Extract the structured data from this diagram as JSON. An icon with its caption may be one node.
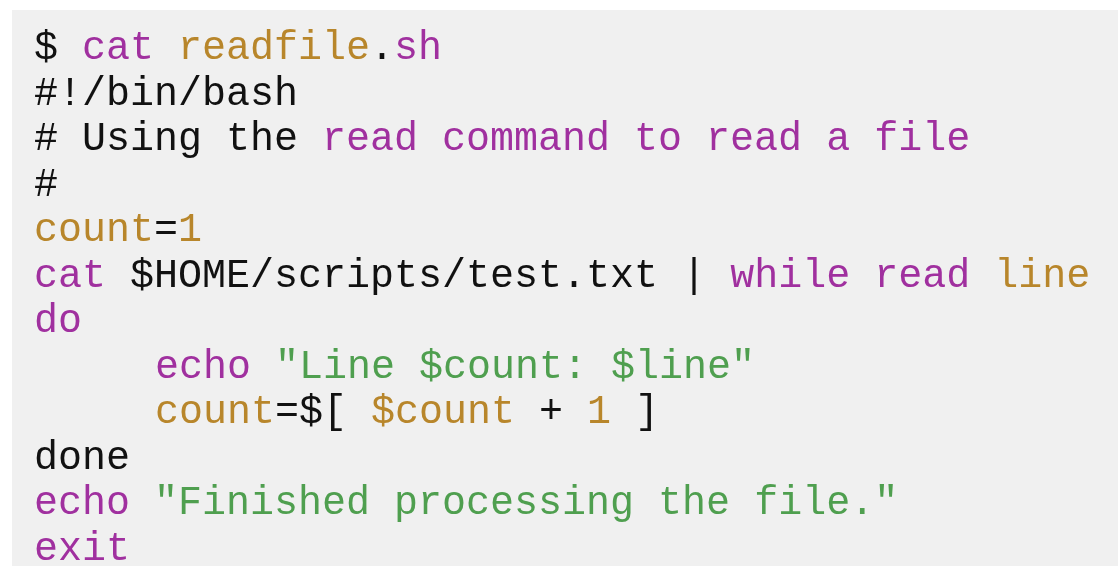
{
  "diagram": {
    "labels": [
      "$ cat readfile.sh",
      "#!/bin/bash",
      "# Using the read command to read a file",
      "#",
      "count=1",
      "cat $HOME/scripts/test.txt | while read line",
      "do",
      "echo \"Line $count: $line\"",
      "count=$[ $count + 1 ]",
      "done",
      "echo \"Finished processing the file.\"",
      "exit"
    ]
  }
}
